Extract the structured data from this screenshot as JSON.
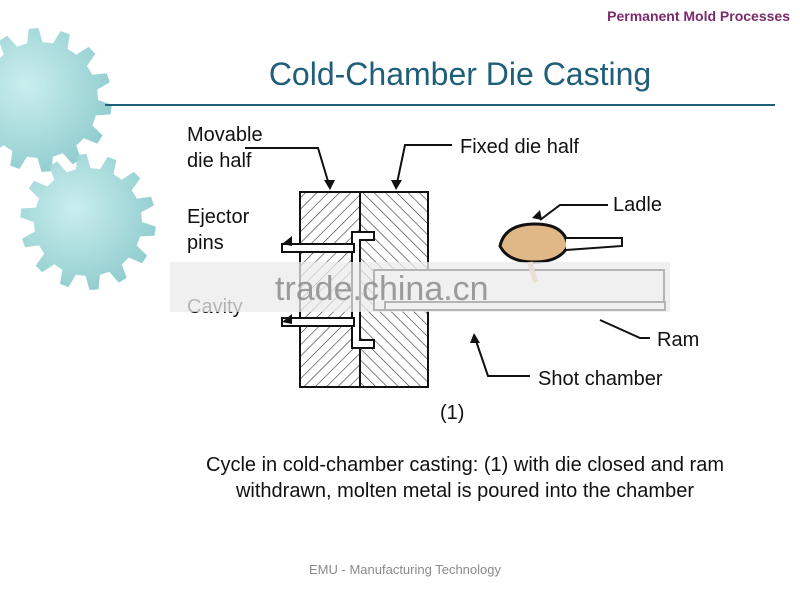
{
  "header": {
    "section_title": "Permanent Mold Processes",
    "slide_title": "Cold-Chamber Die Casting"
  },
  "diagram": {
    "labels": {
      "movable_die_half": "Movable\ndie half",
      "fixed_die_half": "Fixed die half",
      "ejector_pins": "Ejector\npins",
      "ladle": "Ladle",
      "cavity": "Cavity",
      "ram": "Ram",
      "shot_chamber": "Shot chamber",
      "step": "(1)"
    },
    "watermark": "trade.china.cn"
  },
  "caption": "Cycle in cold-chamber casting: (1) with die closed and ram withdrawn, molten metal is poured into the chamber",
  "footer": "EMU - Manufacturing Technology",
  "colors": {
    "title": "#1f5f7a",
    "section_title": "#7a2a6a",
    "gear": "#8fcfd0",
    "molten_metal": "#e0b887"
  }
}
